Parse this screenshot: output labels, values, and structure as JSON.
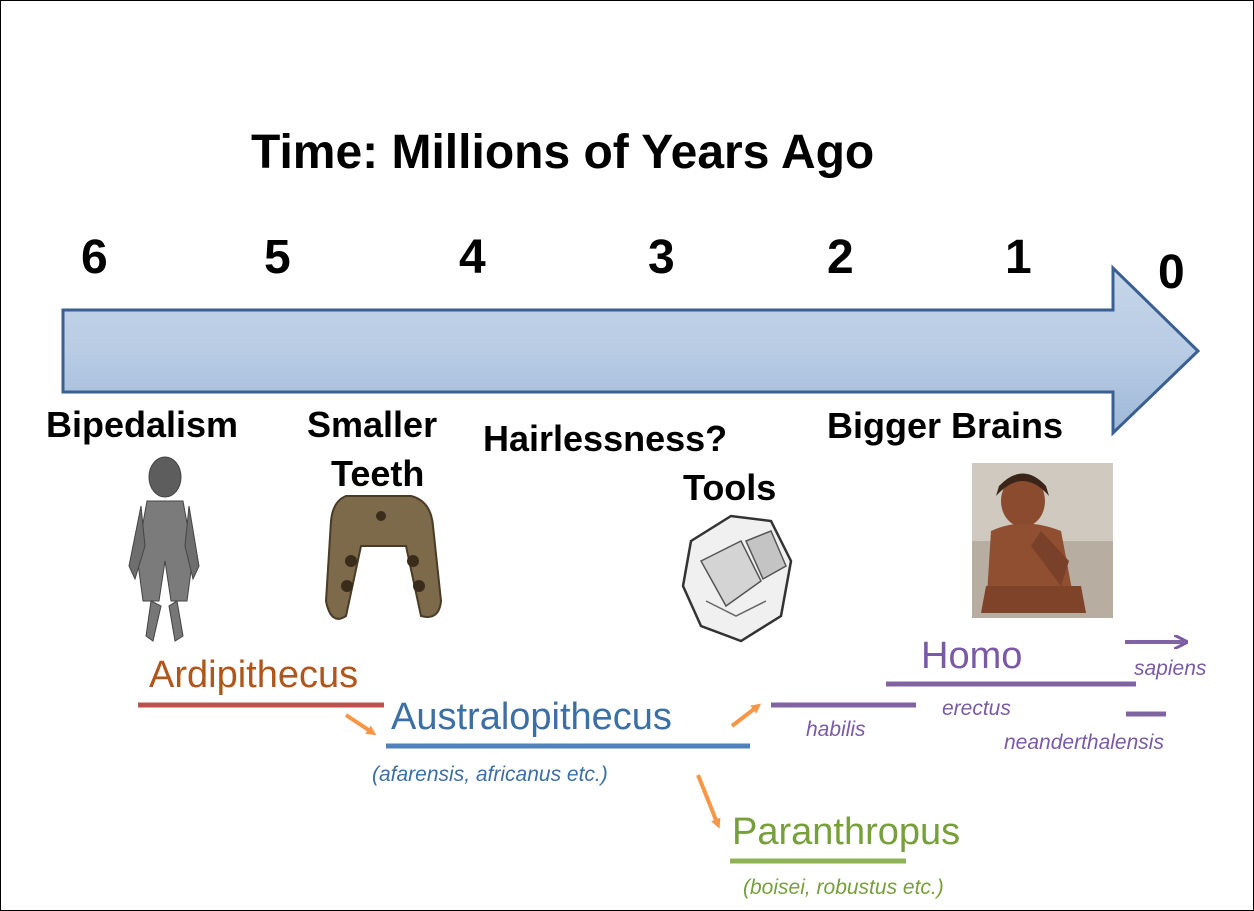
{
  "title": "Time: Millions of Years Ago",
  "ticks": [
    "6",
    "5",
    "4",
    "3",
    "2",
    "1",
    "0"
  ],
  "traits": {
    "bipedalism": "Bipedalism",
    "smaller_teeth_line1": "Smaller",
    "smaller_teeth_line2": "Teeth",
    "hairlessness": "Hairlessness?",
    "tools": "Tools",
    "bigger_brains": "Bigger Brains"
  },
  "genera": {
    "ardipithecus": "Ardipithecus",
    "australopithecus": "Australopithecus",
    "australopithecus_species": "(afarensis, africanus etc.)",
    "paranthropus": "Paranthropus",
    "paranthropus_species": "(boisei, robustus etc.)",
    "homo": "Homo"
  },
  "homo_species": {
    "habilis": "habilis",
    "erectus": "erectus",
    "sapiens": "sapiens",
    "neanderthalensis": "neanderthalensis"
  },
  "colors": {
    "arrow_fill": "#b8cce4",
    "arrow_stroke": "#3a5f91",
    "ardipithecus": "#b0561b",
    "ardipithecus_line": "#c0504d",
    "australopithecus": "#3c6fa6",
    "paranthropus": "#77a03c",
    "homo": "#7a5aa6",
    "connector_arrow": "#f79646"
  },
  "images": [
    "ardipithecus-skeleton-image",
    "fossil-jaw-image",
    "stone-tool-image",
    "neanderthal-model-image"
  ]
}
